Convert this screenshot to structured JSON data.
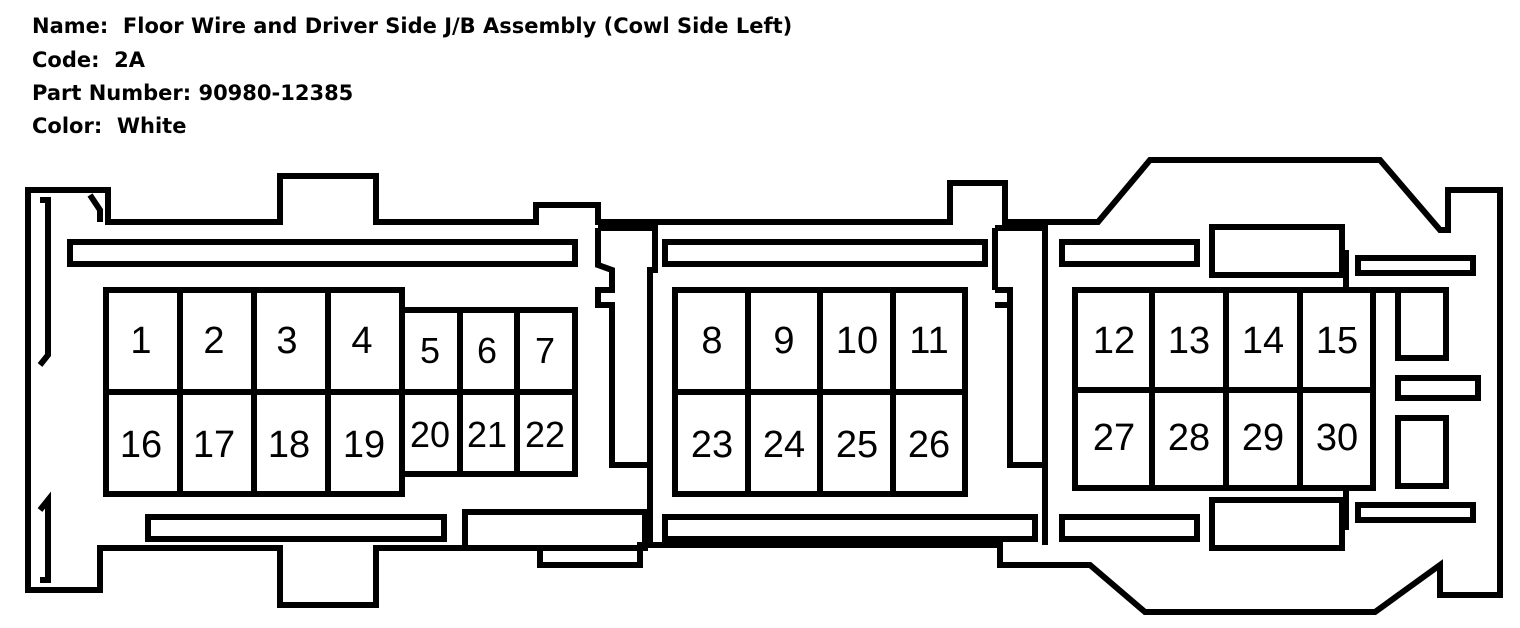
{
  "info": {
    "name_label": "Name:",
    "name_value": "Floor Wire and Driver Side J/B Assembly (Cowl Side Left)",
    "code_label": "Code:",
    "code_value": "2A",
    "part_label": "Part Number:",
    "part_value": "90980-12385",
    "color_label": "Color:",
    "color_value": "White"
  },
  "connector": {
    "pins": [
      "1",
      "2",
      "3",
      "4",
      "5",
      "6",
      "7",
      "8",
      "9",
      "10",
      "11",
      "12",
      "13",
      "14",
      "15",
      "16",
      "17",
      "18",
      "19",
      "20",
      "21",
      "22",
      "23",
      "24",
      "25",
      "26",
      "27",
      "28",
      "29",
      "30"
    ]
  }
}
